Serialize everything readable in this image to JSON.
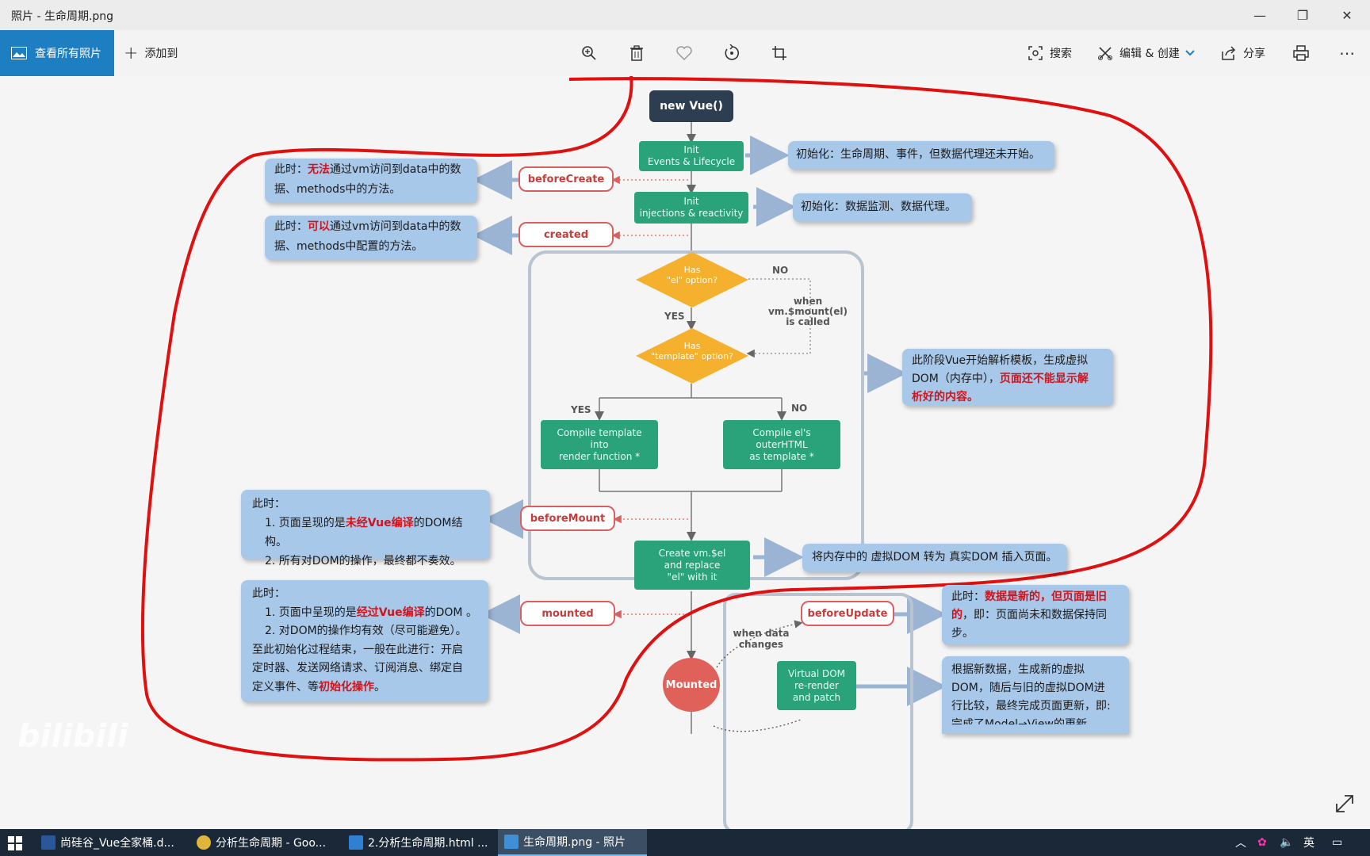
{
  "window": {
    "title": "照片 - 生命周期.png",
    "minimize": "—",
    "restore": "❐",
    "close": "✕"
  },
  "toolbar": {
    "view_all": "查看所有照片",
    "add_to": "添加到",
    "search": "搜索",
    "edit_create": "编辑 & 创建",
    "share": "分享",
    "more": "⋯",
    "icons": [
      "zoom-in-icon",
      "delete-icon",
      "heart-icon",
      "rotate-icon",
      "crop-icon",
      "print-icon"
    ]
  },
  "diagram": {
    "new_vue": "new Vue()",
    "init_events": [
      "Init",
      "Events & Lifecycle"
    ],
    "init_inject": [
      "Init",
      "injections & reactivity"
    ],
    "has_el": [
      "Has",
      "\"el\" option?"
    ],
    "has_template": [
      "Has",
      "\"template\" option?"
    ],
    "no": "NO",
    "yes": "YES",
    "when_mount": [
      "when",
      "vm.$mount(el)",
      "is called"
    ],
    "compile_template": [
      "Compile template",
      "into",
      "render function *"
    ],
    "compile_el": [
      "Compile el's",
      "outerHTML",
      "as template *"
    ],
    "create_vm": [
      "Create vm.$el",
      "and replace",
      "\"el\" with it"
    ],
    "when_data_changes": [
      "when data",
      "changes"
    ],
    "virtual_dom": [
      "Virtual DOM",
      "re-render",
      "and patch"
    ],
    "mounted_circle": "Mounted",
    "hooks": {
      "before_create": "beforeCreate",
      "created": "created",
      "before_mount": "beforeMount",
      "mounted": "mounted",
      "before_update": "beforeUpdate"
    }
  },
  "notes": {
    "init_events": "初始化：生命周期、事件，但数据代理还未开始。",
    "init_inject": "初始化：数据监测、数据代理。",
    "before_create": {
      "a": "此时：",
      "red": "无法",
      "b": "通过vm访问到data中的数",
      "c": "据、methods中的方法。"
    },
    "created": {
      "a": "此时：",
      "red": "可以",
      "b": "通过vm访问到data中的数",
      "c": "据、methods中配置的方法。"
    },
    "template_stage": {
      "a": "此阶段Vue开始解析模板，生成虚拟",
      "b": "DOM（内存中），",
      "red": "页面还不能显示解",
      "red2": "析好的内容。"
    },
    "before_mount": {
      "head": "此时：",
      "l1a": "1. 页面呈现的是",
      "l1red": "未经Vue编译",
      "l1b": "的DOM结构。",
      "l2": "2. 所有对DOM的操作，最终都不奏效。"
    },
    "create_vm": "将内存中的 虚拟DOM 转为 真实DOM 插入页面。",
    "mounted": {
      "head": "此时：",
      "l1a": "1. 页面中呈现的是",
      "l1red": "经过Vue编译",
      "l1b": "的DOM 。",
      "l2": "2. 对DOM的操作均有效（尽可能避免）。",
      "l3": "至此初始化过程结束，一般在此进行：开启",
      "l4": "定时器、发送网络请求、订阅消息、绑定自",
      "l5a": "定义事件、等",
      "l5red": "初始化操作",
      "l5b": "。"
    },
    "before_update": {
      "a": "此时：",
      "red": "数据是新的，但页面是旧",
      "red2": "的",
      "b": "，即：页面尚未和数据保持同",
      "c": "步。"
    },
    "virtual_dom": {
      "l1": "根据新数据，生成新的虚拟",
      "l2": "DOM，随后与旧的虚拟DOM进",
      "l3": "行比较，最终完成页面更新，即:",
      "l4": "完成了Model→View的更新。"
    }
  },
  "watermark": "bilibili",
  "taskbar": {
    "items": [
      {
        "label": "尚硅谷_Vue全家桶.d...",
        "icon_color": "#2b579a"
      },
      {
        "label": "分析生命周期 - Goo...",
        "icon_color": "#e0b53a"
      },
      {
        "label": "2.分析生命周期.html ...",
        "icon_color": "#2f80d1"
      },
      {
        "label": "生命周期.png - 照片",
        "icon_color": "#3d8fd6"
      }
    ],
    "ime": "英"
  }
}
